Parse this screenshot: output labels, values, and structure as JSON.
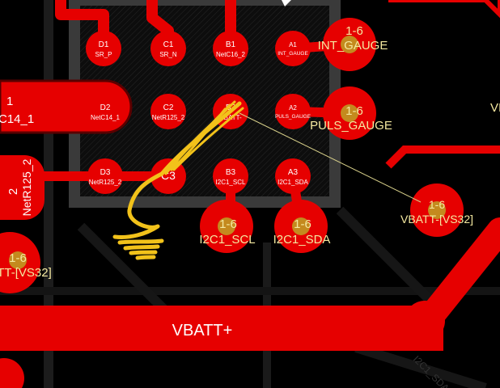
{
  "colors": {
    "background": "#000000",
    "copper": "#e60000",
    "copper_dark": "#5a0000",
    "silk": "#3a3a3a",
    "pad_drill": "#c48a1e",
    "label": "#ffffff",
    "net_label": "#f5e9a0",
    "annotation": "#f2c21a"
  },
  "pads": [
    {
      "pin": "D1",
      "net": "SR_P"
    },
    {
      "pin": "C1",
      "net": "SR_N"
    },
    {
      "pin": "B1",
      "net": "NetC16_2"
    },
    {
      "pin": "A1",
      "net": "INT_GAUGE"
    },
    {
      "pin": "D2",
      "net": "NetC14_1"
    },
    {
      "pin": "C2",
      "net": "NetR125_2"
    },
    {
      "pin": "B2",
      "net": "VBATT-"
    },
    {
      "pin": "A2",
      "net": "PULS_GAUGE"
    },
    {
      "pin": "D3",
      "net": "NetR125_2"
    },
    {
      "pin": "C3",
      "net": ""
    },
    {
      "pin": "B3",
      "net": "I2C1_SCL"
    },
    {
      "pin": "A3",
      "net": "I2C1_SDA"
    }
  ],
  "vias": [
    {
      "id": "1-6",
      "net": "INT_GAUGE"
    },
    {
      "id": "1-6",
      "net": "PULS_GAUGE"
    },
    {
      "id": "1-6",
      "net": "I2C1_SCL"
    },
    {
      "id": "1-6",
      "net": "I2C1_SDA"
    },
    {
      "id": "1-6",
      "net": "VBATT-[VS32]"
    },
    {
      "id": "1-6",
      "net": "TT-[VS32]"
    }
  ],
  "edge_labels": {
    "left_top_num": "1",
    "left_top_net": "C14_1",
    "left_mid_num": "2",
    "left_mid_net": "NetR125_2",
    "right_edge": "VI"
  },
  "power_trace": {
    "label": "VBATT+"
  },
  "faint_trace": {
    "label": "I2C1_SDA"
  }
}
